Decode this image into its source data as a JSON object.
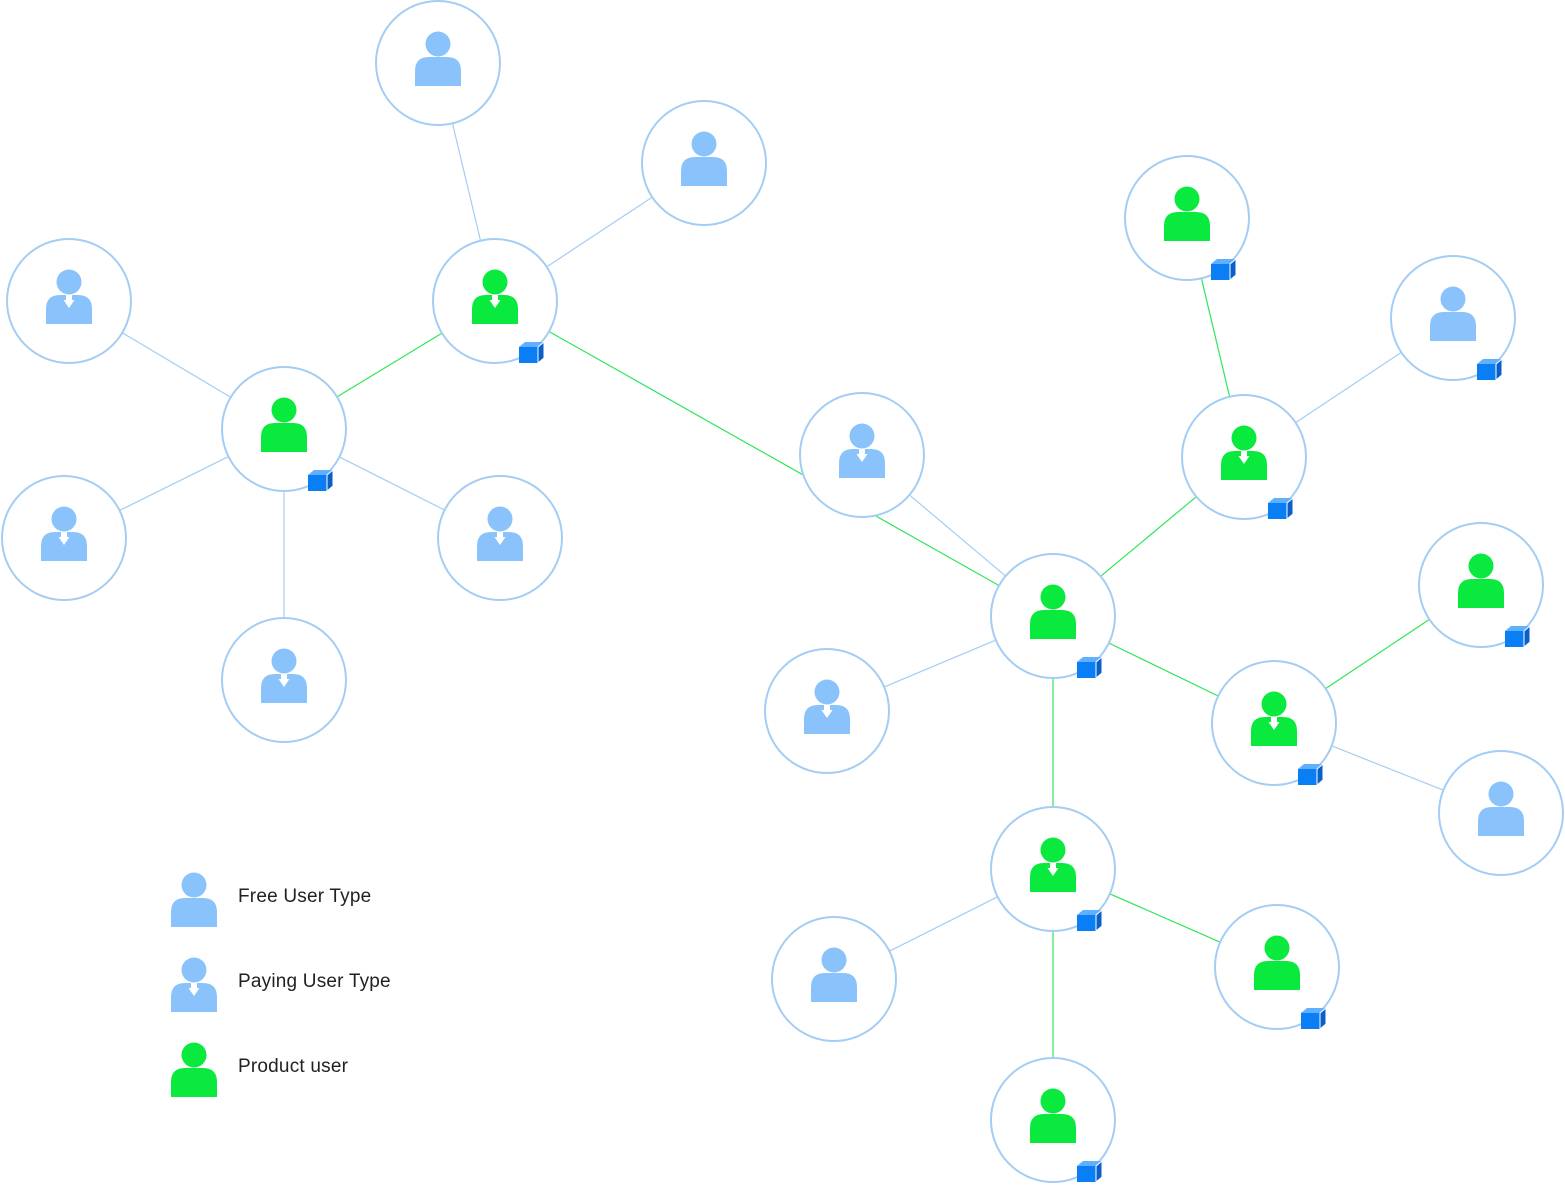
{
  "colors": {
    "free_user": "#8ac2fb",
    "paying_user": "#8ac2fb",
    "product_user": "#0aea3e",
    "ring": "#a4cdf4",
    "edge_free": "#a4cdf4",
    "edge_product": "#2ee65a",
    "cube": "#0a7ff5",
    "background": "#ffffff"
  },
  "legend": {
    "free": {
      "label": "Free User Type",
      "icon": "free-user-icon"
    },
    "paying": {
      "label": "Paying User Type",
      "icon": "paying-user-icon"
    },
    "product": {
      "label": "Product user",
      "icon": "product-user-icon"
    }
  },
  "nodes": [
    {
      "id": "n1",
      "type": "free",
      "product": false
    },
    {
      "id": "n2",
      "type": "free",
      "product": false
    },
    {
      "id": "n3",
      "type": "paying",
      "product": false
    },
    {
      "id": "n4",
      "type": "paying",
      "product": true
    },
    {
      "id": "n5",
      "type": "free",
      "product": true
    },
    {
      "id": "n6",
      "type": "paying",
      "product": false
    },
    {
      "id": "n7",
      "type": "paying",
      "product": false
    },
    {
      "id": "n8",
      "type": "paying",
      "product": false
    },
    {
      "id": "n9",
      "type": "free",
      "product": true
    },
    {
      "id": "n10",
      "type": "free",
      "product": true,
      "note": "free-type badge"
    },
    {
      "id": "n11",
      "type": "paying",
      "product": false
    },
    {
      "id": "n12",
      "type": "paying",
      "product": true
    },
    {
      "id": "n13",
      "type": "free",
      "product": true
    },
    {
      "id": "n14",
      "type": "free",
      "product": true
    },
    {
      "id": "n15",
      "type": "paying",
      "product": false
    },
    {
      "id": "n16",
      "type": "paying",
      "product": true
    },
    {
      "id": "n17",
      "type": "free",
      "product": false
    },
    {
      "id": "n18",
      "type": "paying",
      "product": true
    },
    {
      "id": "n19",
      "type": "free",
      "product": false
    },
    {
      "id": "n20",
      "type": "free",
      "product": true
    },
    {
      "id": "n21",
      "type": "free",
      "product": true
    }
  ],
  "edges": [
    {
      "from": "n1",
      "to": "n4",
      "kind": "free"
    },
    {
      "from": "n2",
      "to": "n4",
      "kind": "free"
    },
    {
      "from": "n4",
      "to": "n5",
      "kind": "product"
    },
    {
      "from": "n3",
      "to": "n5",
      "kind": "free"
    },
    {
      "from": "n6",
      "to": "n5",
      "kind": "free"
    },
    {
      "from": "n7",
      "to": "n5",
      "kind": "free"
    },
    {
      "from": "n8",
      "to": "n5",
      "kind": "free"
    },
    {
      "from": "n4",
      "to": "n13",
      "kind": "product"
    },
    {
      "from": "n9",
      "to": "n12",
      "kind": "product"
    },
    {
      "from": "n10",
      "to": "n12",
      "kind": "free"
    },
    {
      "from": "n12",
      "to": "n13",
      "kind": "product"
    },
    {
      "from": "n11",
      "to": "n13",
      "kind": "free"
    },
    {
      "from": "n15",
      "to": "n13",
      "kind": "free"
    },
    {
      "from": "n13",
      "to": "n16",
      "kind": "product"
    },
    {
      "from": "n14",
      "to": "n16",
      "kind": "product"
    },
    {
      "from": "n16",
      "to": "n17",
      "kind": "free"
    },
    {
      "from": "n13",
      "to": "n18",
      "kind": "product"
    },
    {
      "from": "n19",
      "to": "n18",
      "kind": "free"
    },
    {
      "from": "n18",
      "to": "n20",
      "kind": "product"
    },
    {
      "from": "n18",
      "to": "n21",
      "kind": "product"
    }
  ]
}
